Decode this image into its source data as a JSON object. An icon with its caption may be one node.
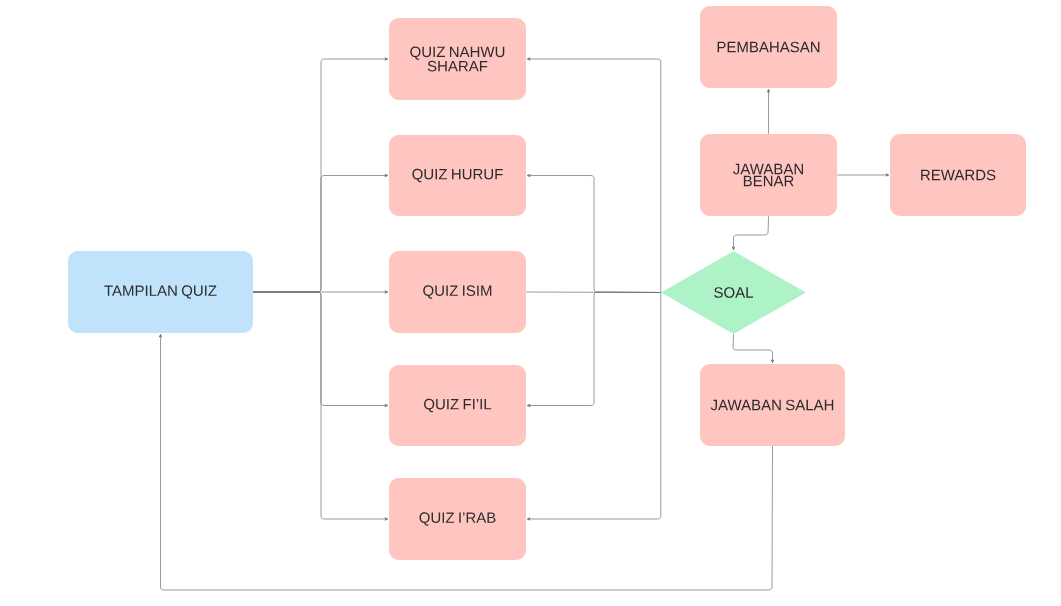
{
  "diagram": {
    "nodes": [
      {
        "text": [
          "TAMPILAN QUIZ"
        ]
      },
      {
        "text": [
          "QUIZ NAHWU SHARAF"
        ]
      },
      {
        "text": [
          "QUIZ HURUF"
        ]
      },
      {
        "text": [
          "QUIZ ISIM"
        ]
      },
      {
        "text": [
          "QUIZ FI’IL"
        ]
      },
      {
        "text": [
          "QUIZ I’RAB"
        ]
      },
      {
        "text": [
          "PEMBAHASAN"
        ]
      },
      {
        "text": [
          "JAWABAN BENAR"
        ]
      },
      {
        "text": [
          "REWARDS"
        ]
      },
      {
        "text": [
          "SOAL"
        ]
      },
      {
        "text": [
          "JAWABAN SALAH"
        ]
      }
    ],
    "edges": [
      {
        "from": 0,
        "to": 1,
        "arrow": "to"
      },
      {
        "from": 0,
        "to": 2,
        "arrow": "to"
      },
      {
        "from": 0,
        "to": 3,
        "arrow": "to"
      },
      {
        "from": 0,
        "to": 4,
        "arrow": "to"
      },
      {
        "from": 0,
        "to": 5,
        "arrow": "to"
      },
      {
        "from": 9,
        "to": 1,
        "arrow": "to"
      },
      {
        "from": 9,
        "to": 2,
        "arrow": "to"
      },
      {
        "from": 3,
        "to": 9,
        "arrow": "none"
      },
      {
        "from": 9,
        "to": 4,
        "arrow": "to"
      },
      {
        "from": 9,
        "to": 5,
        "arrow": "to"
      },
      {
        "from": 7,
        "to": 6,
        "arrow": "to"
      },
      {
        "from": 7,
        "to": 8,
        "arrow": "to"
      },
      {
        "from": 7,
        "to": 9,
        "arrow": "to"
      },
      {
        "from": 9,
        "to": 10,
        "arrow": "to"
      },
      {
        "from": 10,
        "to": 0,
        "arrow": "to"
      }
    ]
  }
}
